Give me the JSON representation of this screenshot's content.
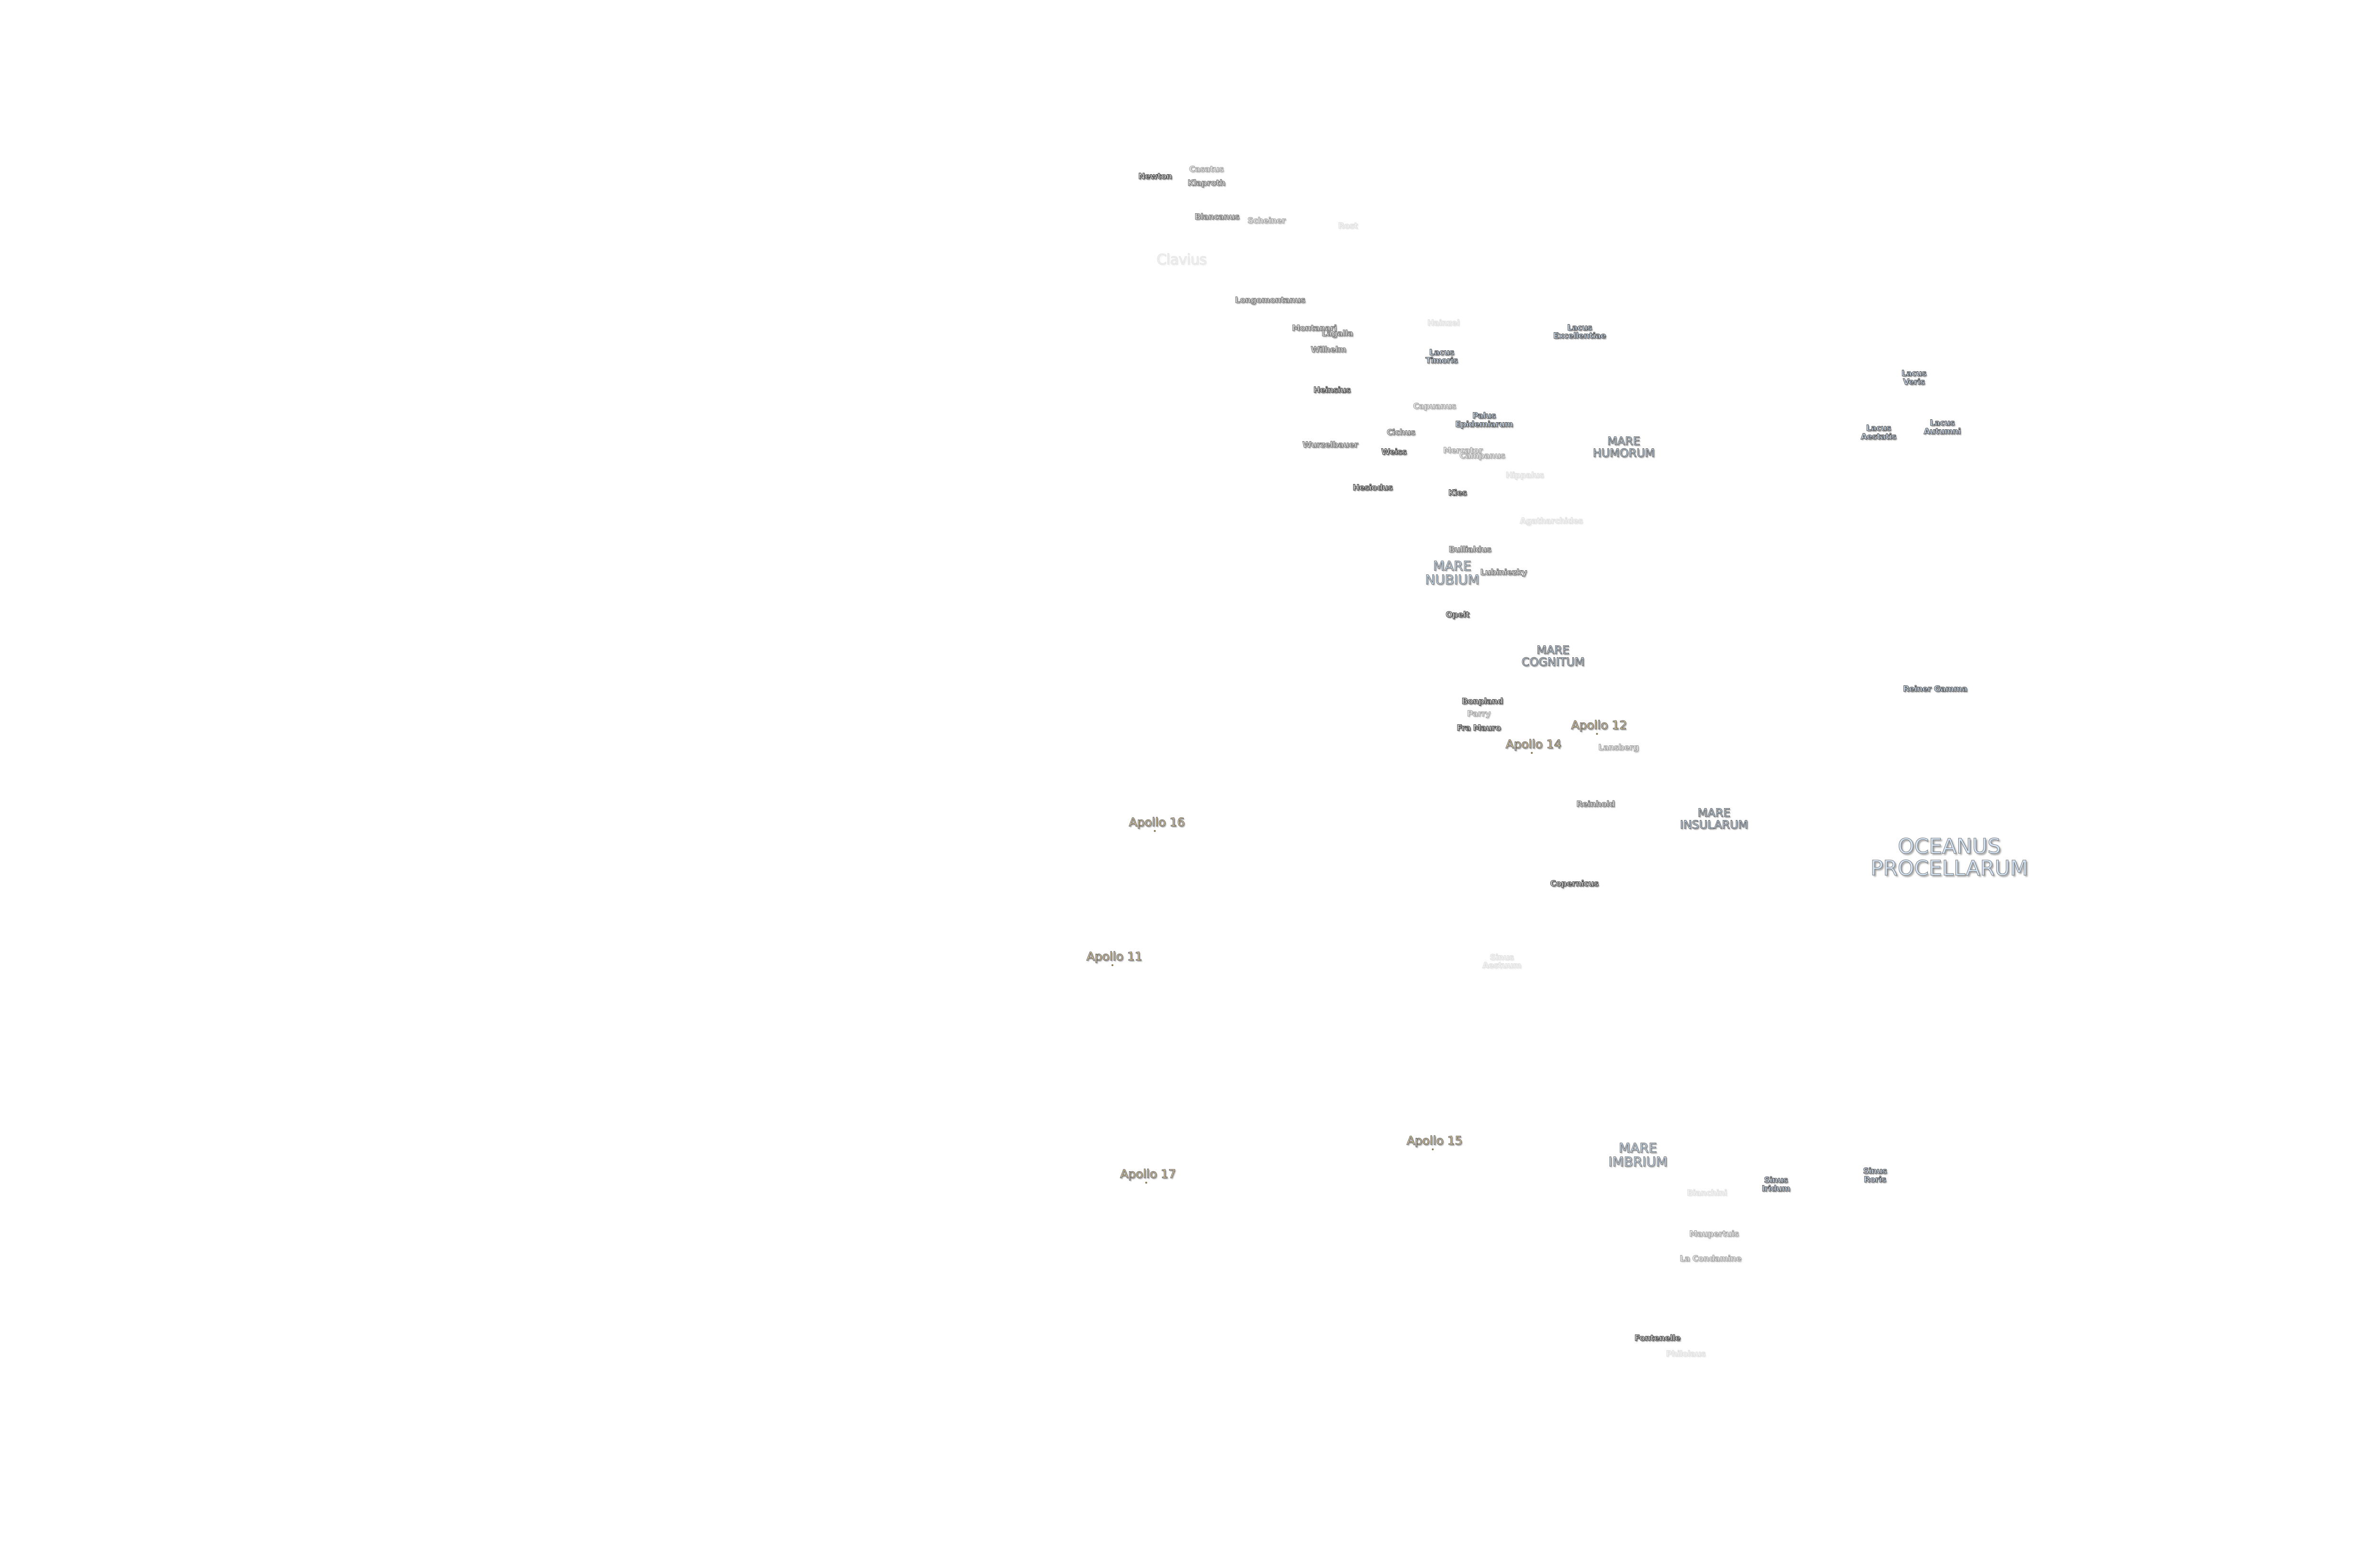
{
  "map": {
    "craters": {
      "newton": "Newton",
      "casatus": "Casatus",
      "klaproth": "Klaproth",
      "blancanus": "Blancanus",
      "scheiner": "Scheiner",
      "rost": "Rost",
      "clavius": "Clavius",
      "longomontanus": "Longomontanus",
      "montanari": "Montanari",
      "lagalla": "Lagalla",
      "wilhelm": "Wilhelm",
      "hainzel": "Hainzel",
      "heinsius": "Heinsius",
      "capuanus": "Capuanus",
      "cichus": "Cichus",
      "wurzelbauer": "Wurzelbauer",
      "weiss": "Weiss",
      "mercator": "Mercator",
      "campanus": "Campanus",
      "hippalus": "Hippalus",
      "hesiodus": "Hesiodus",
      "kies": "Kies",
      "agatharchides": "Agatharchides",
      "bullialdus": "Bullialdus",
      "lubiniezky": "Lubiniezky",
      "opelt": "Opelt",
      "bonpland": "Bonpland",
      "parry": "Parry",
      "fra_mauro": "Fra Mauro",
      "lansberg": "Lansberg",
      "reinhold": "Reinhold",
      "copernicus": "Copernicus",
      "bianchini": "Bianchini",
      "maupertuis": "Maupertuis",
      "la_condamine": "La Condamine",
      "fontenelle": "Fontenelle",
      "philolaus": "Philolaus"
    },
    "features": {
      "lacus_timoris": "Lacus\nTimoris",
      "lacus_excellentiae": "Lacus\nExcellentiae",
      "lacus_veris": "Lacus\nVeris",
      "lacus_aestatis": "Lacus\nAestatis",
      "lacus_autumni": "Lacus\nAutumni",
      "palus_epidemiarum": "Palus\nEpidemiarum",
      "reiner_gamma": "Reiner Gamma",
      "sinus_aestuum": "Sinus\nAestuum",
      "sinus_iridum": "Sinus\nIridum",
      "sinus_roris": "Sinus\nRoris"
    },
    "maria": {
      "mare_humorum": "MARE\nHUMORUM",
      "mare_nubium": "MARE\nNUBIUM",
      "mare_cognitum": "MARE\nCOGNITUM",
      "mare_insularum": "MARE\nINSULARUM",
      "mare_imbrium": "MARE\nIMBRIUM",
      "oceanus_procellarum": "OCEANUS\nPROCELLARUM"
    },
    "apollo_sites": {
      "apollo_11": "Apollo 11",
      "apollo_12": "Apollo 12",
      "apollo_14": "Apollo 14",
      "apollo_15": "Apollo 15",
      "apollo_16": "Apollo 16",
      "apollo_17": "Apollo 17"
    },
    "colors": {
      "background": "#ffffff",
      "maria_fill": "#cfe3f7",
      "apollo_fill": "#f6dfaf",
      "crater_fill": "#e0e0e0"
    }
  }
}
